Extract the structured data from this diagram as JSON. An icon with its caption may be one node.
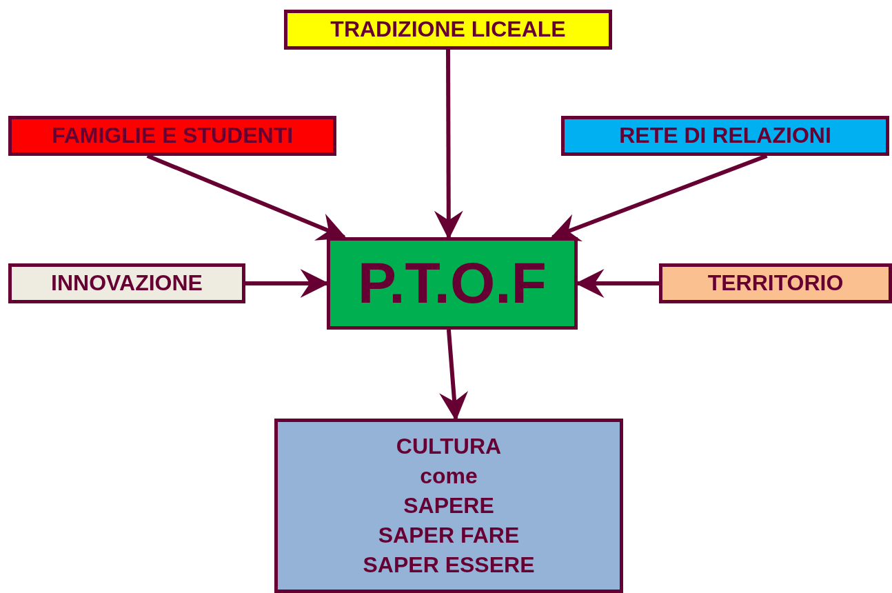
{
  "diagram": {
    "nodes": [
      {
        "text": [
          "TRADIZIONE LICEALE"
        ]
      },
      {
        "text": [
          "FAMIGLIE E STUDENTI"
        ]
      },
      {
        "text": [
          "RETE DI RELAZIONI"
        ]
      },
      {
        "text": [
          "INNOVAZIONE"
        ]
      },
      {
        "text": [
          "P.T.O.F"
        ]
      },
      {
        "text": [
          "TERRITORIO"
        ]
      },
      {
        "text": [
          "CULTURA",
          "come",
          "SAPERE",
          "SAPER FARE",
          "SAPER ESSERE"
        ]
      }
    ],
    "edges": [
      {
        "from": 0,
        "to": 4,
        "arrow": "to"
      },
      {
        "from": 1,
        "to": 4,
        "arrow": "to"
      },
      {
        "from": 2,
        "to": 4,
        "arrow": "to"
      },
      {
        "from": 3,
        "to": 4,
        "arrow": "to"
      },
      {
        "from": 5,
        "to": 4,
        "arrow": "to"
      },
      {
        "from": 4,
        "to": 6,
        "arrow": "to"
      }
    ]
  }
}
